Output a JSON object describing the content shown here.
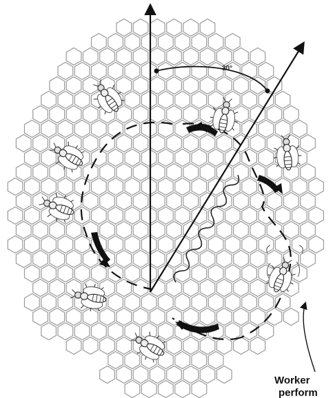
{
  "angle": {
    "label": "30°",
    "degrees": 30
  },
  "caption": {
    "line1": "Worker",
    "line2": "perform"
  },
  "colors": {
    "comb_stroke": "#9a9a9a",
    "ink": "#111111",
    "background": "#ffffff"
  },
  "icons": {
    "bee": "bee-icon",
    "turn_arrow": "curved-arrow-icon",
    "vertical_reference": "arrow-up-icon",
    "dance_direction": "arrow-up-right-icon"
  }
}
